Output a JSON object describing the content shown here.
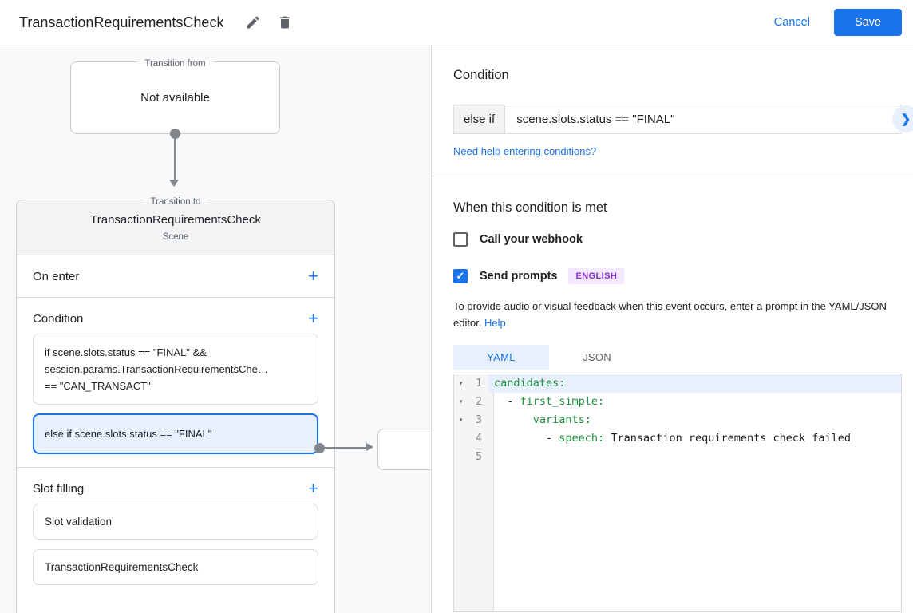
{
  "colors": {
    "accent_blue": "#1a73e8",
    "selection_blue": "#e8f0fe",
    "badge_purple_bg": "#f3e8fd",
    "badge_purple_text": "#8430ce",
    "code_key_green": "#1e8e3e"
  },
  "icons": {
    "fold_arrow": "▾",
    "chevron_right": "❯",
    "checkmark": "✓",
    "plus": "+"
  },
  "topbar": {
    "title": "TransactionRequirementsCheck",
    "cancel_label": "Cancel",
    "save_label": "Save"
  },
  "flow": {
    "transition_from": {
      "label": "Transition from",
      "value": "Not available"
    },
    "transition_to": {
      "label": "Transition to",
      "title": "TransactionRequirementsCheck",
      "type": "Scene",
      "on_enter_label": "On enter",
      "condition_label": "Condition",
      "condition_items": [
        {
          "selected": false,
          "lines": [
            "if scene.slots.status == \"FINAL\" &&",
            "session.params.TransactionRequirementsChe…",
            "== \"CAN_TRANSACT\""
          ]
        },
        {
          "selected": true,
          "lines": [
            "else if scene.slots.status == \"FINAL\""
          ]
        }
      ],
      "slot_filling_label": "Slot filling",
      "slot_items": [
        "Slot validation",
        "TransactionRequirementsCheck"
      ]
    }
  },
  "panel": {
    "title": "Condition",
    "condition_input": {
      "prefix": "else if",
      "value": "scene.slots.status == \"FINAL\""
    },
    "help_link": "Need help entering conditions?",
    "when_heading": "When this condition is met",
    "webhook_checkbox": {
      "label": "Call your webhook",
      "checked": false
    },
    "prompts_checkbox": {
      "label": "Send prompts",
      "checked": true,
      "badge": "ENGLISH"
    },
    "description": "To provide audio or visual feedback when this event occurs, enter a prompt in the YAML/JSON editor.",
    "description_link": "Help",
    "tabs": [
      {
        "label": "YAML",
        "active": true
      },
      {
        "label": "JSON",
        "active": false
      }
    ],
    "editor": {
      "active_line": "1",
      "lines": [
        {
          "num": "1",
          "fold": true,
          "pre": "",
          "key": "candidates:",
          "value": ""
        },
        {
          "num": "2",
          "fold": true,
          "pre": "  - ",
          "key": "first_simple:",
          "value": ""
        },
        {
          "num": "3",
          "fold": true,
          "pre": "      ",
          "key": "variants:",
          "value": ""
        },
        {
          "num": "4",
          "fold": false,
          "pre": "        - ",
          "key": "speech:",
          "value": " Transaction requirements check failed"
        },
        {
          "num": "5",
          "fold": false,
          "pre": "",
          "key": "",
          "value": ""
        }
      ]
    }
  }
}
